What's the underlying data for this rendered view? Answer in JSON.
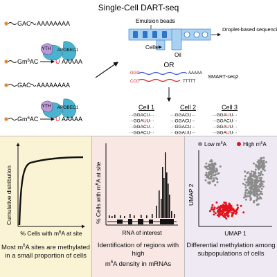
{
  "top": {
    "title": "Single-Cell DART-seq",
    "strand_top1": "GAC",
    "strand_top1_poly": "AAAAAAAA",
    "protein_yth": "YTH",
    "protein_apobec": "APOBEC1",
    "strand_mid1_prefix": "Gm",
    "strand_mid1_mark": "6",
    "strand_mid1_ac": "AC",
    "strand_mid1_u": "U",
    "strand_mid1_poly": "AAAAA",
    "strand_top2": "GAC",
    "strand_top2_poly": "AAAAAAAA",
    "emulsion_label": "Emulsion beads",
    "droplet_label": "Droplet-based sequencing",
    "cells_label": "Cells",
    "oil_label": "Oil",
    "or_label": "OR",
    "smart_label": "SMART-seq2",
    "smart_seq_top": "GGG",
    "smart_seq_bottom": "CCC",
    "smart_poly_a": "AAAAA",
    "smart_poly_t": "TTTTT",
    "cells": [
      {
        "name": "Cell 1",
        "reads": [
          "GGACU",
          "GGAUU",
          "GGACU",
          "GGACU"
        ],
        "mut": [
          false,
          true,
          false,
          false
        ]
      },
      {
        "name": "Cell 2",
        "reads": [
          "GGACU",
          "GGACU",
          "GGACU",
          "GGAUU"
        ],
        "mut": [
          false,
          false,
          false,
          true
        ]
      },
      {
        "name": "Cell 3",
        "reads": [
          "GGAUU",
          "GGACU",
          "GGAUU",
          "GGAUU"
        ],
        "mut": [
          true,
          false,
          true,
          true
        ]
      }
    ]
  },
  "panels": {
    "left": {
      "ylabel": "Cumulative distribution",
      "xlabel_prefix": "% Cells with m",
      "xlabel_sup": "6",
      "xlabel_suffix": "A at site",
      "caption_l1": "Most m",
      "caption_sup": "6",
      "caption_l1b": "A sites are methylated",
      "caption_l2": "in a small proportion of cells"
    },
    "mid": {
      "ylabel_prefix": "% Cells with m",
      "ylabel_sup": "6",
      "ylabel_suffix": "A at site",
      "xlabel": "RNA of interest",
      "caption_l1": "Identification of regions with high",
      "caption_l2a": "m",
      "caption_sup": "6",
      "caption_l2b": "A density in mRNAs"
    },
    "right": {
      "legend_low": "Low m",
      "legend_high": "High m",
      "legend_sup": "6",
      "legend_a": "A",
      "xlabel": "UMAP 1",
      "ylabel": "UMAP 2",
      "caption_l1": "Differential methylation among",
      "caption_l2": "subpopulations of cells",
      "color_low": "#8c8c8c",
      "color_high": "#e0141e"
    }
  },
  "colors": {
    "accent_red": "#e0141e",
    "ribbon_blue": "#2f4fd6",
    "yth_purple": "#b79ad6",
    "apobec_teal": "#4ab3cf",
    "bead_blue": "#2e74c8",
    "chip_blue": "#a9d2f2",
    "cap_orange": "#e8862a"
  }
}
